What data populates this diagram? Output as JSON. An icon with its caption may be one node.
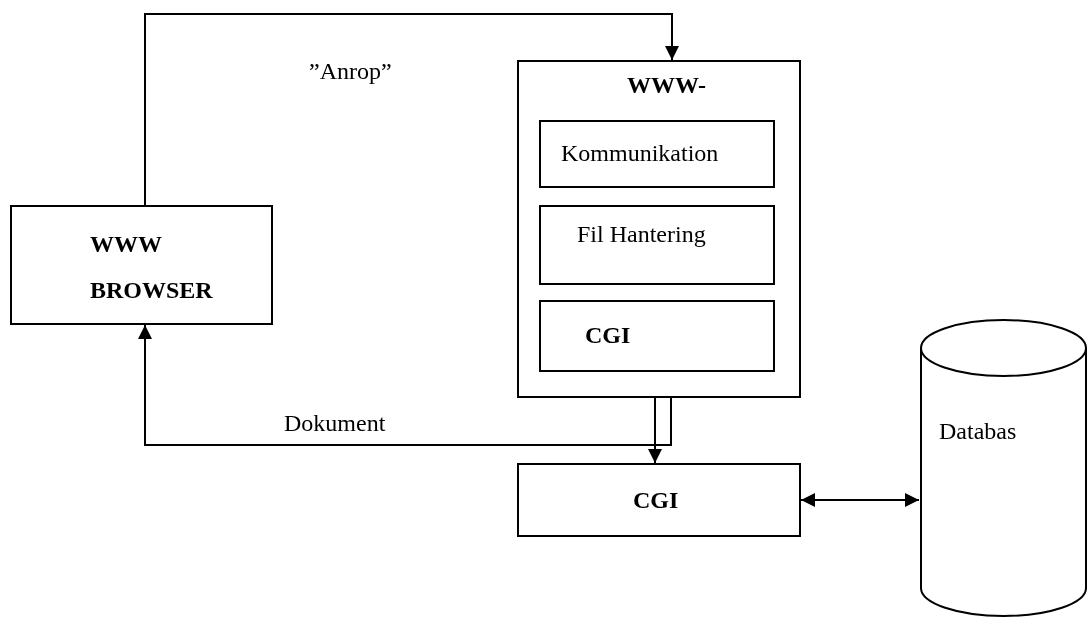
{
  "diagram": {
    "nodes": [
      {
        "text": [
          "WWW BROWSER"
        ]
      },
      {
        "text": [
          "WWW-"
        ]
      },
      {
        "text": [
          "Kommunikation"
        ],
        "in": 1
      },
      {
        "text": [
          "Fil Hantering"
        ],
        "in": 1
      },
      {
        "text": [
          "CGI"
        ],
        "in": 1
      },
      {
        "text": [
          "CGI"
        ]
      },
      {
        "text": [
          "Databas"
        ]
      }
    ],
    "edges": [
      {
        "from": 0,
        "to": 1,
        "arrow": "to",
        "label": "”Anrop”"
      },
      {
        "from": 1,
        "to": 0,
        "arrow": "to",
        "label": "Dokument"
      },
      {
        "from": 4,
        "to": 5,
        "arrow": "both"
      },
      {
        "from": 5,
        "to": 6,
        "arrow": "both"
      }
    ]
  }
}
